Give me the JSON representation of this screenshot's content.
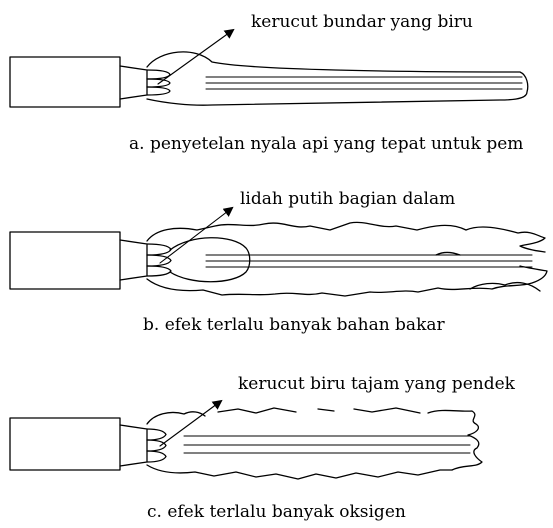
{
  "panels": [
    {
      "annotation": "kerucut bundar yang biru",
      "caption": "a. penyetelan nyala api yang tepat untuk pem"
    },
    {
      "annotation": "lidah putih bagian dalam",
      "caption": "b. efek terlalu banyak bahan bakar"
    },
    {
      "annotation": "kerucut biru tajam yang pendek",
      "caption": "c. efek terlalu banyak oksigen"
    }
  ]
}
